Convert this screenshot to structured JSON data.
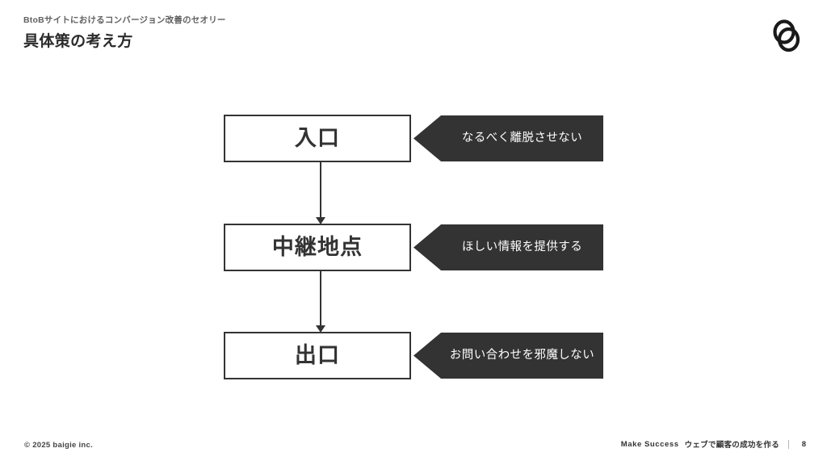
{
  "slide": {
    "eyebrow": "BtoBサイトにおけるコンバージョン改善のセオリー",
    "title": "具体策の考え方",
    "logo_icon": "baigie-double-ring-logo"
  },
  "diagram": {
    "type": "vertical-flow",
    "box_border_color": "#333333",
    "callout_fill_color": "#333333",
    "callout_text_color": "#ffffff",
    "steps": [
      {
        "stage": "入口",
        "callout": "なるべく離脱させない",
        "connector_icon": "arrow-down-icon"
      },
      {
        "stage": "中継地点",
        "callout": "ほしい情報を提供する",
        "connector_icon": "arrow-down-icon"
      },
      {
        "stage": "出口",
        "callout": "お問い合わせを邪魔しない",
        "connector_icon": null
      }
    ]
  },
  "footer": {
    "copyright": "© 2025 baigie inc.",
    "brand": "Make Success",
    "tagline": "ウェブで顧客の成功を作る",
    "page_number": "8"
  }
}
